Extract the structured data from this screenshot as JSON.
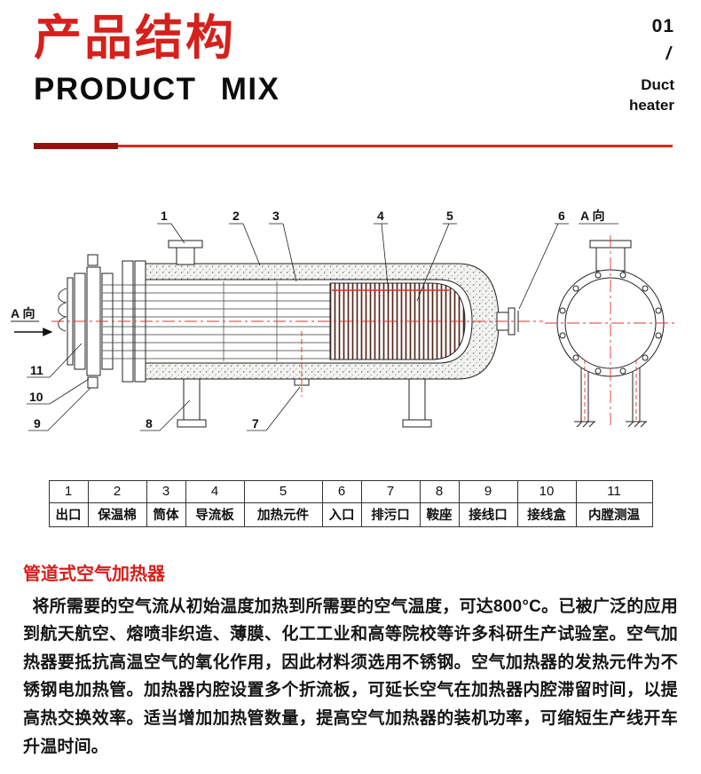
{
  "header": {
    "title_cn": "产品结构",
    "title_en": "PRODUCT MIX",
    "page_num": "01",
    "slash": "/",
    "category": [
      "Duct",
      "heater"
    ]
  },
  "diagram": {
    "view_label_left": "A 向",
    "view_label_right": "A 向",
    "callouts": [
      "1",
      "2",
      "3",
      "4",
      "5",
      "6",
      "7",
      "8",
      "9",
      "10",
      "11"
    ]
  },
  "parts_table": {
    "numbers": [
      "1",
      "2",
      "3",
      "4",
      "5",
      "6",
      "7",
      "8",
      "9",
      "10",
      "11"
    ],
    "names": [
      "出口",
      "保温棉",
      "筒体",
      "导流板",
      "加热元件",
      "入口",
      "排污口",
      "鞍座",
      "接线口",
      "接线盒",
      "内膛测温"
    ]
  },
  "description": {
    "heading": "管道式空气加热器",
    "body": "将所需要的空气流从初始温度加热到所需要的空气温度，可达800°C。已被广泛的应用到航天航空、熔喷非织造、薄膜、化工工业和高等院校等许多科研生产试验室。空气加热器要抵抗高温空气的氧化作用，因此材料须选用不锈钢。空气加热器的发热元件为不锈钢电加热管。加热器内腔设置多个折流板，可延长空气在加热器内腔滞留时间，以提高热交换效率。适当增加加热管数量，提高空气加热器的装机功率，可缩短生产线开车升温时间。"
  },
  "colors": {
    "accent": "#d6201b",
    "divider_dark": "#8f1410",
    "centerline_red": "#e0342a"
  }
}
